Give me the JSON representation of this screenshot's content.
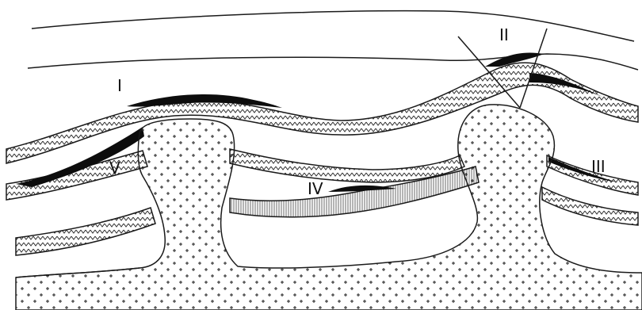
{
  "labels": {
    "I": "I",
    "II": "II",
    "III": "III",
    "IV": "IV",
    "V": "V"
  },
  "colors": {
    "line": "#1a1a1a",
    "oil": "#0d0d0d",
    "salt_dot": "#222222",
    "hatch": "#333333",
    "background": "#ffffff"
  }
}
